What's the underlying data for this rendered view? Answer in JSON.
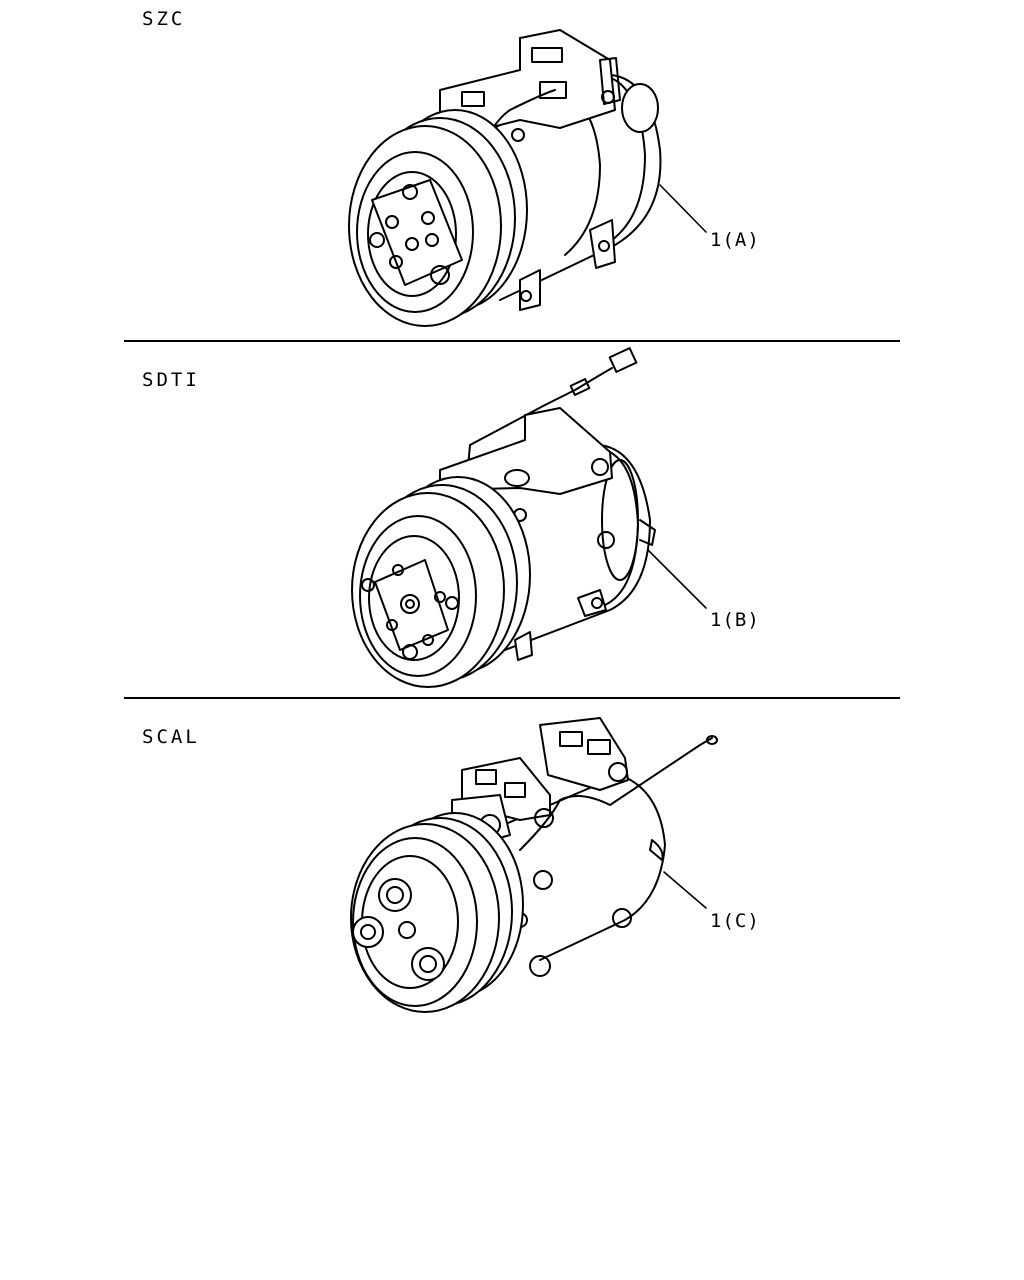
{
  "sections": [
    {
      "variant": "SZC",
      "callout": "1(A)"
    },
    {
      "variant": "SDTI",
      "callout": "1(B)"
    },
    {
      "variant": "SCAL",
      "callout": "1(C)"
    }
  ],
  "colors": {
    "line": "#000000",
    "background": "#ffffff"
  },
  "icons": [
    "compressor-szc-illustration",
    "compressor-sdti-illustration",
    "compressor-scal-illustration"
  ]
}
